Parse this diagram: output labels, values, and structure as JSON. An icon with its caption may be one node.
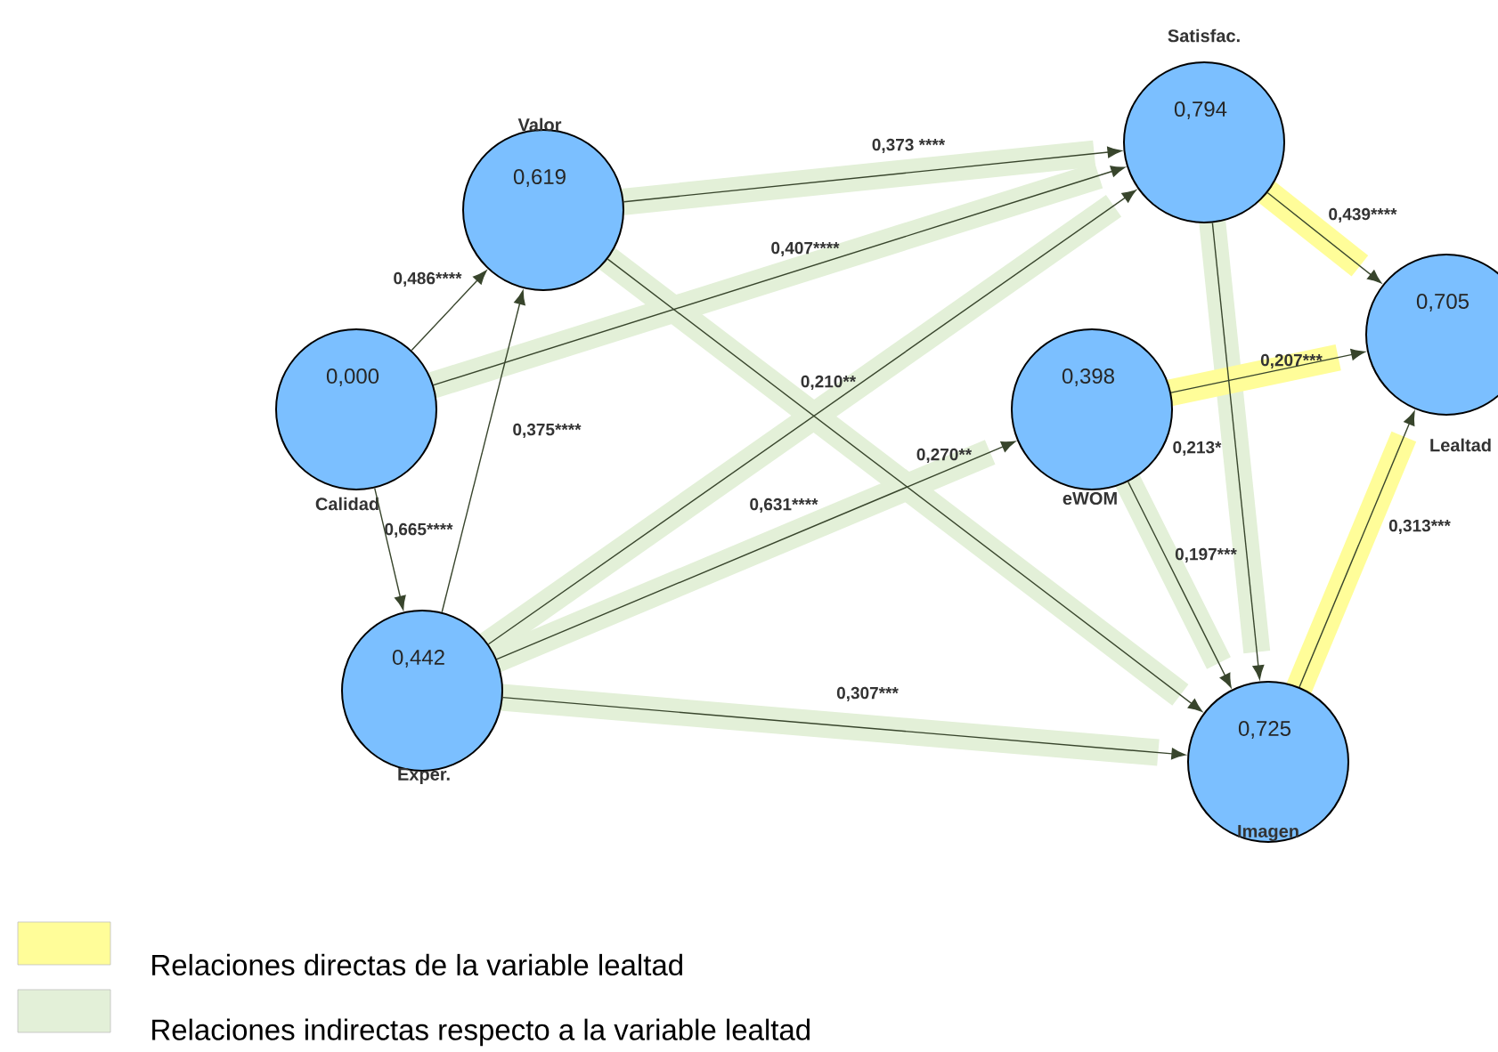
{
  "diagram": {
    "nodes": [
      {
        "text": [
          "0,000",
          "Calidad"
        ]
      },
      {
        "text": [
          "Valor",
          "0,619"
        ]
      },
      {
        "text": [
          "0,442",
          "Exper."
        ]
      },
      {
        "text": [
          "Satisfac.",
          "0,794"
        ]
      },
      {
        "text": [
          "0,398",
          "eWOM"
        ]
      },
      {
        "text": [
          "0,705",
          "Lealtad"
        ]
      },
      {
        "text": [
          "0,725",
          "Imagen"
        ]
      }
    ],
    "edges": [
      {
        "from": 0,
        "to": 1,
        "arrow": "to",
        "label": "0,486****"
      },
      {
        "from": 0,
        "to": 2,
        "arrow": "to",
        "label": "0,665****"
      },
      {
        "from": 0,
        "to": 3,
        "arrow": "to",
        "label": "0,407****"
      },
      {
        "from": 2,
        "to": 1,
        "arrow": "to",
        "label": "0,375****"
      },
      {
        "from": 1,
        "to": 3,
        "arrow": "to",
        "label": "0,373 ****"
      },
      {
        "from": 1,
        "to": 6,
        "arrow": "to",
        "label": "0,270**"
      },
      {
        "from": 2,
        "to": 3,
        "arrow": "to",
        "label": "0,210**"
      },
      {
        "from": 2,
        "to": 4,
        "arrow": "to",
        "label": "0,631****"
      },
      {
        "from": 2,
        "to": 6,
        "arrow": "to",
        "label": "0,307***"
      },
      {
        "from": 3,
        "to": 6,
        "arrow": "to",
        "label": "0,213*"
      },
      {
        "from": 3,
        "to": 5,
        "arrow": "to",
        "label": "0,439****"
      },
      {
        "from": 4,
        "to": 5,
        "arrow": "to",
        "label": "0,207***"
      },
      {
        "from": 4,
        "to": 6,
        "arrow": "to",
        "label": "0,197***"
      },
      {
        "from": 6,
        "to": 5,
        "arrow": "to",
        "label": "0,313***"
      }
    ],
    "legend": [
      {
        "text": "Relaciones directas de la variable lealtad",
        "color": "#fffd99"
      },
      {
        "text": "Relaciones indirectas respecto a la variable lealtad",
        "color": "#e3f0d8"
      }
    ]
  }
}
